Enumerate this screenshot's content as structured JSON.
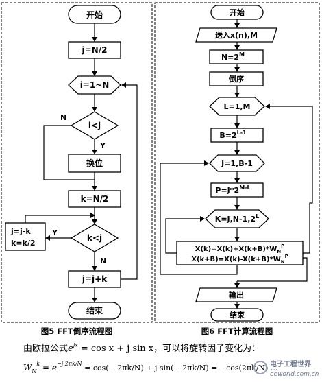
{
  "left_flowchart": {
    "caption": "图5 FFT倒序流程图",
    "start": "开始",
    "init_j": "j=N/2",
    "loop_i": "i=1~N",
    "cond_ilj": "i<j",
    "label_n1": "N",
    "label_y1": "Y",
    "swap": "换位",
    "set_k": "k=N/2",
    "cond_klj": "k<j",
    "label_y2": "Y",
    "label_n2": "N",
    "side_line1": "j=j-k",
    "side_line2": "k=k/2",
    "update_j": "j=j+k",
    "end": "结束"
  },
  "right_flowchart": {
    "caption": "图6 FFT计算流程图",
    "start": "开始",
    "input": "送入x(n),M",
    "n_def": "N=2",
    "n_exp": "M",
    "reverse": "倒序",
    "loop_l": "L=1,M",
    "b_def": "B=2",
    "b_exp": "L-1",
    "loop_j": "J=1,B-1",
    "p_def": "P=J*2",
    "p_exp": "M-L",
    "loop_k": "K=J,N-1,2",
    "loop_k_exp": "L",
    "butterfly1": "X(k)=X(k)+X(k+B)*W",
    "butterfly1_sub": "N",
    "butterfly1_sup": "P",
    "butterfly2": "X(k+B)=X(k)-X(k+B)*W",
    "butterfly2_sub": "N",
    "butterfly2_sup": "P",
    "output": "输出",
    "end": "结束"
  },
  "bottom_text": {
    "line1_prefix": "由欧拉公式",
    "line1_formula": "e",
    "line1_formula_exp": "jx",
    "line1_formula_rest": " = cos x + j sin x",
    "line1_suffix": "，可以将旋转因子变化为：",
    "line2_lhs": "W",
    "line2_lhs_sub": "N",
    "line2_lhs_sup": "k",
    "line2_eq1": " = e",
    "line2_exp": "−j 2πk/N",
    "line2_rest": " = cos(− 2πk/N) + j sin(− 2πk/N) = −cos(2πk/N) ..."
  },
  "watermark": {
    "text1": "电子工程世界",
    "text2": "eeworld.com.cn"
  }
}
